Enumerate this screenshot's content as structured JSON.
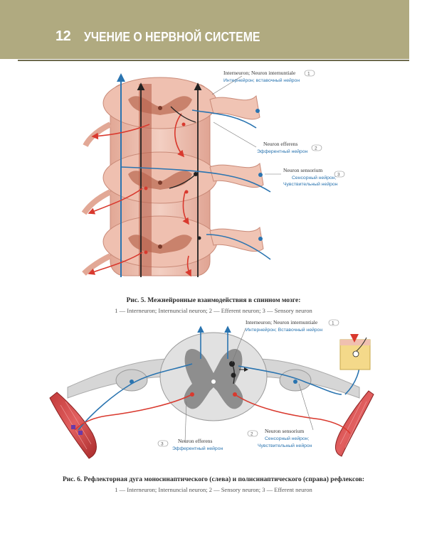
{
  "header": {
    "page_number": "12",
    "chapter_title": "УЧЕНИЕ О НЕРВНОЙ СИСТЕМЕ"
  },
  "figure5": {
    "labels": [
      {
        "latin": "Interneuron; Neuron internuntiale",
        "russian": "Интернейрон; вставочный нейрон",
        "number": "1"
      },
      {
        "latin": "Neuron efferens",
        "russian": "Эфферентный нейрон",
        "number": "2"
      },
      {
        "latin": "Neuron sensorium",
        "russian": "Сенсорный нейрон;",
        "russian2": "Чувствительный нейрон",
        "number": "3"
      }
    ],
    "caption_title": "Рис. 5. Межнейронные взаимодействия в спинном мозге:",
    "caption_legend": "1 — Interneuron; Internuncial neuron; 2 — Efferent neuron; 3 — Sensory neuron"
  },
  "figure6": {
    "labels": [
      {
        "latin": "Interneuron; Neuron internuntiale",
        "russian": "Интернейрон; Вставочный нейрон",
        "number": "1"
      },
      {
        "latin": "Neuron efferens",
        "russian": "Эфферентный нейрон",
        "number": "3"
      },
      {
        "latin": "Neuron sensorium",
        "russian": "Сенсорный нейрон;",
        "russian2": "Чувствительный нейрон",
        "number": "2"
      }
    ],
    "caption_title": "Рис. 6. Рефлекторная дуга моносинаптического (слева) и полисинаптического (справа) рефлексов:",
    "caption_legend": "1 — Interneuron; Internuncial neuron; 2 — Sensory neuron; 3 — Efferent neuron"
  },
  "colors": {
    "header": "#b0aa80",
    "cord": "#e8b9a8",
    "grey_matter": "#c9826c",
    "sensory": "#2a74b0",
    "efferent": "#d9392e",
    "interneuron": "#222222"
  }
}
